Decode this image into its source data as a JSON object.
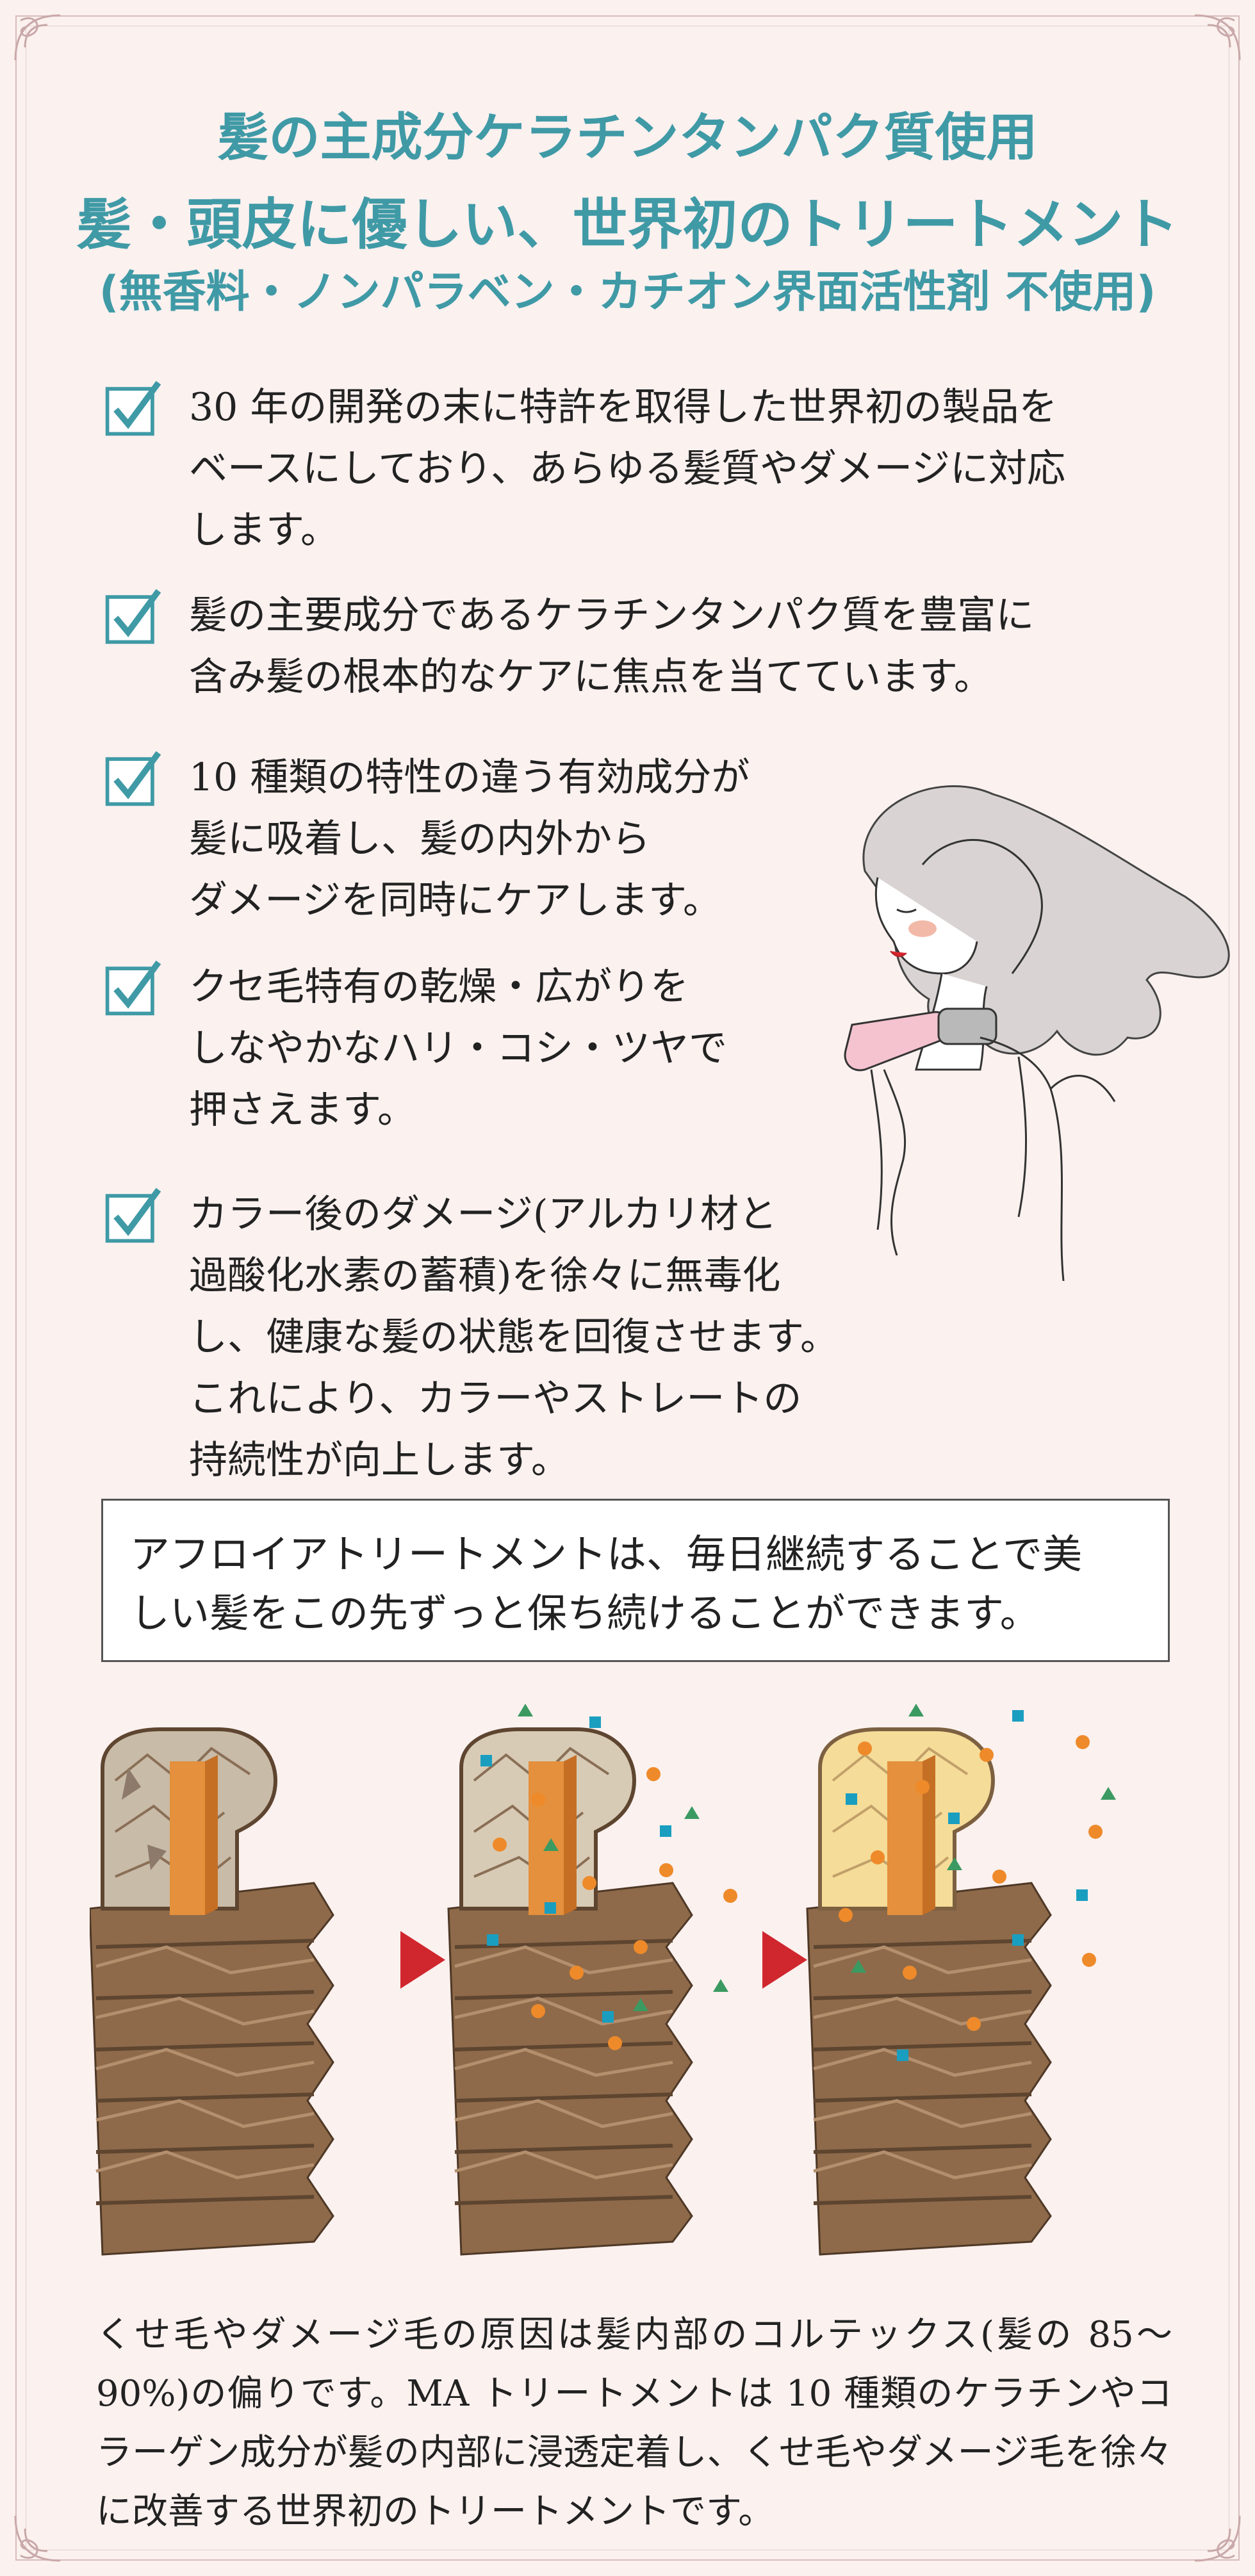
{
  "headings": {
    "line1": "髪の主成分ケラチンタンパク質使用",
    "line2": "髪・頭皮に優しい、世界初のトリートメント",
    "line3": "(無香料・ノンパラベン・カチオン界面活性剤 不使用)"
  },
  "features": [
    {
      "text": "30 年の開発の末に特許を取得した世界初の製品を\nベースにしており、あらゆる髪質やダメージに対応\nします。"
    },
    {
      "text": "髪の主要成分であるケラチンタンパク質を豊富に\n含み髪の根本的なケアに焦点を当てています。"
    },
    {
      "text": "10 種類の特性の違う有効成分が\n髪に吸着し、髪の内外から\nダメージを同時にケアします。"
    },
    {
      "text": "クセ毛特有の乾燥・広がりを\nしなやかなハリ・コシ・ツヤで\n押さえます。"
    },
    {
      "text": "カラー後のダメージ(アルカリ材と\n過酸化水素の蓄積)を徐々に無毒化\nし、健康な髪の状態を回復させます。\nこれにより、カラーやストレートの\n持続性が向上します。"
    }
  ],
  "notice": "アフロイアトリートメントは、毎日継続することで美\nしい髪をこの先ずっと保ち続けることができます。",
  "footer": "くせ毛やダメージ毛の原因は髪内部のコルテックス(髪の 85～90%)の偏りです。MA トリートメントは 10 種類のケラチンやコラーゲン成分が髪の内部に浸透定着し、くせ毛やダメージ毛を徐々に改善する世界初のトリートメントです。",
  "colors": {
    "heading": "#3f9aa6",
    "arrow": "#d0262e",
    "check": "#3f9aa6"
  },
  "icons": {
    "check": "checkbox-check-icon",
    "arrow": "right-triangle-arrow-icon"
  }
}
